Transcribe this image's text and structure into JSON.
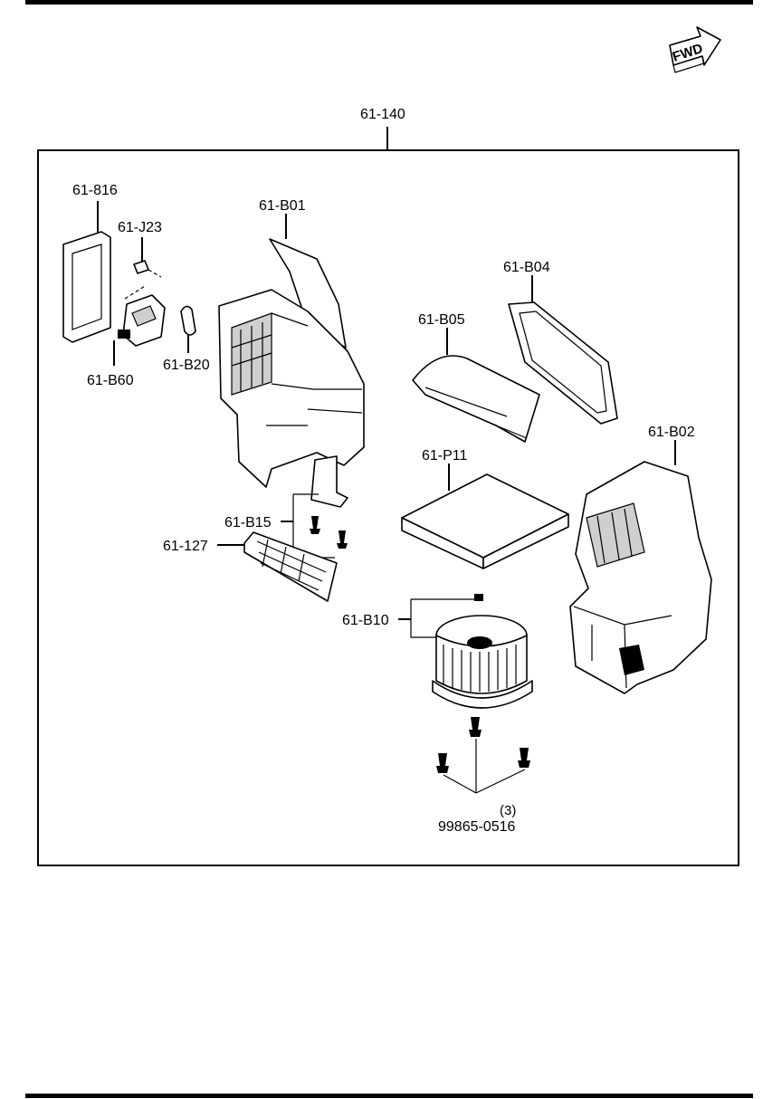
{
  "fwd_badge": {
    "text": "FWD",
    "icon": "fwd-arrow-icon"
  },
  "assembly": {
    "part_no": "61-140"
  },
  "parts": {
    "p816": "61-816",
    "pj23": "61-J23",
    "pb60": "61-B60",
    "pb20": "61-B20",
    "pb01": "61-B01",
    "pb05": "61-B05",
    "pb04": "61-B04",
    "pb02": "61-B02",
    "pp11": "61-P11",
    "pb15": "61-B15",
    "p127": "61-127",
    "pb10": "61-B10"
  },
  "screws": {
    "qty": "(3)",
    "part_no": "99865-0516"
  }
}
